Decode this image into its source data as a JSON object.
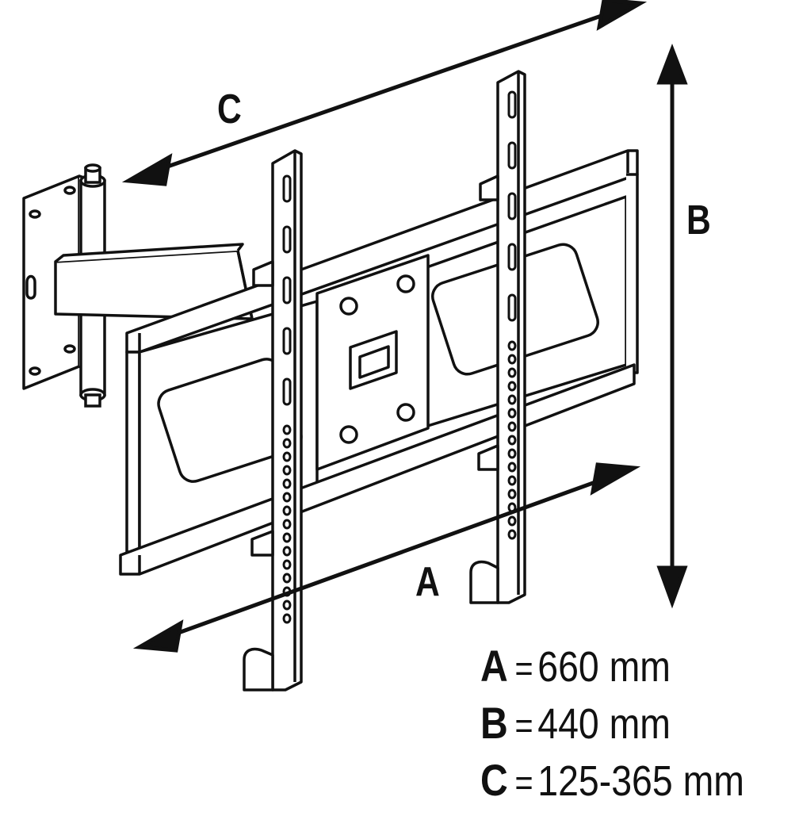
{
  "dimension_labels": {
    "a": "A",
    "b": "B",
    "c": "C"
  },
  "specs": [
    {
      "key": "A",
      "equals": "=",
      "value": "660 mm"
    },
    {
      "key": "B",
      "equals": "=",
      "value": "440 mm"
    },
    {
      "key": "C",
      "equals": "=",
      "value": "125-365 mm"
    }
  ],
  "colors": {
    "line": "#111111",
    "fill": "#ffffff"
  }
}
